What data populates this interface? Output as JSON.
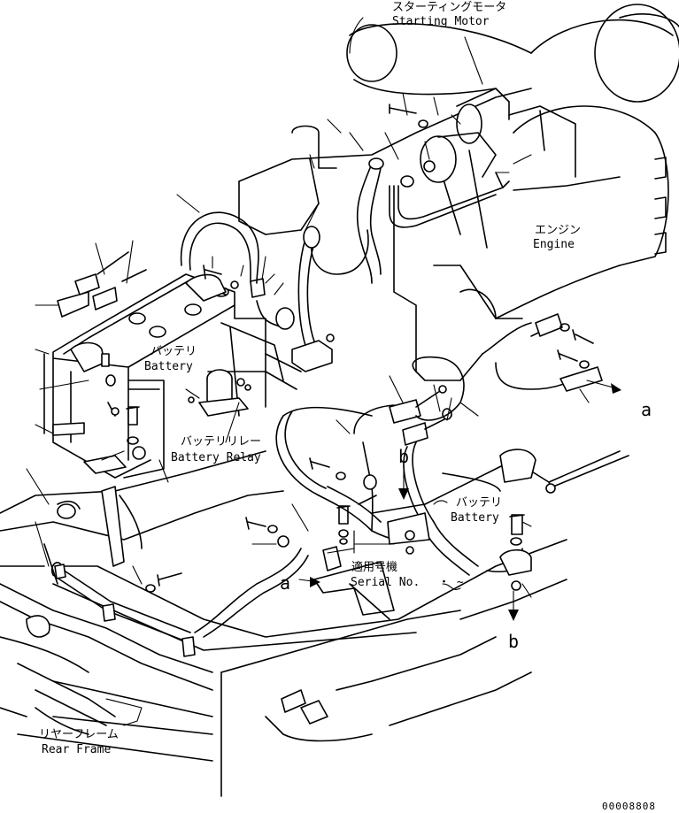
{
  "labels": {
    "starting_motor_jp": "スターティングモータ",
    "starting_motor_en": "Starting Motor",
    "engine_jp": "エンジン",
    "engine_en": "Engine",
    "battery_jp": "バッテリ",
    "battery_en": "Battery",
    "battery_relay_jp": "バッテリリレー",
    "battery_relay_en": "Battery Relay",
    "battery2_jp": "バッテリ",
    "battery2_en": "Battery",
    "serial_jp": "適用号機",
    "serial_en": "Serial No.",
    "serial_range": "・ ~",
    "rear_frame_jp": "リヤーフレーム",
    "rear_frame_en": "Rear Frame"
  },
  "refs": {
    "a_right": "a",
    "a_left": "a",
    "b_mid": "b",
    "b_right": "b"
  },
  "drawing_number": "00008808"
}
